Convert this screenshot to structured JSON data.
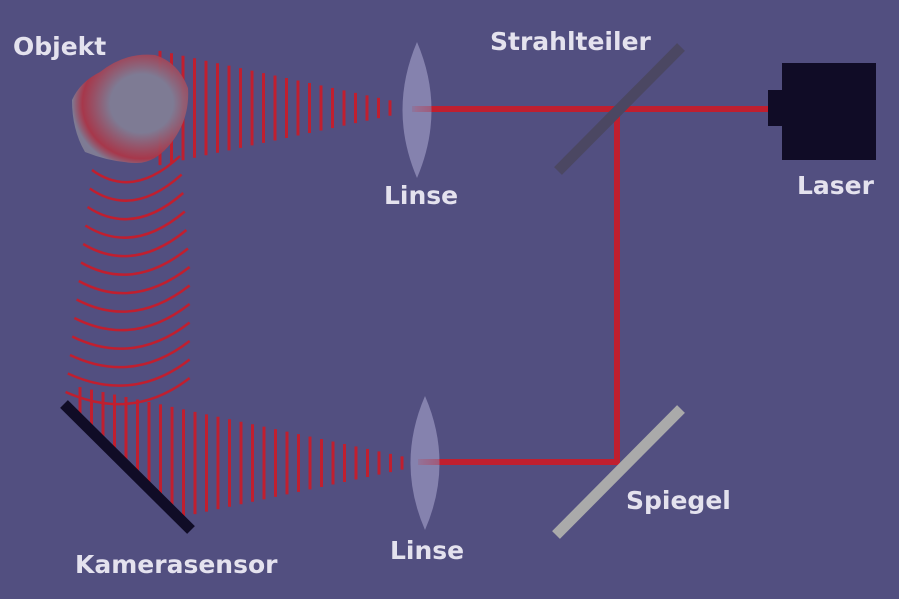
{
  "labels": {
    "object": "Objekt",
    "beamsplitter": "Strahlteiler",
    "lens_top": "Linse",
    "laser": "Laser",
    "lens_bottom": "Linse",
    "mirror": "Spiegel",
    "sensor": "Kamerasensor"
  },
  "colors": {
    "background": "#524f80",
    "beam": "#c01f2f",
    "lens": "#8a87b2",
    "laser": "#100c26",
    "beamsplitter": "#4b4762",
    "mirror": "#aaaaaa",
    "sensor": "#100c26",
    "object": "#7e7b94",
    "text": "#e4e2ee"
  }
}
